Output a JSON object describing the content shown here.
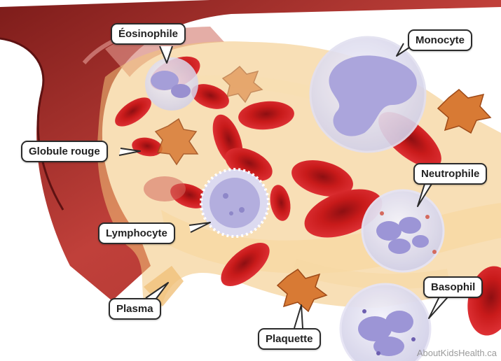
{
  "labels": {
    "eosinophile": "Éosinophile",
    "monocyte": "Monocyte",
    "globule_rouge": "Globule rouge",
    "neutrophile": "Neutrophile",
    "lymphocyte": "Lymphocyte",
    "plasma": "Plasma",
    "basophil": "Basophil",
    "plaquette": "Plaquette"
  },
  "watermark": "AboutKidsHealth.ca",
  "colors": {
    "vessel_wall": "#c0403a",
    "red_blood_cell": "#c81a1a",
    "plasma": "#f3c47a",
    "white_cell": "#b9b6e6",
    "platelet": "#d87a34"
  }
}
